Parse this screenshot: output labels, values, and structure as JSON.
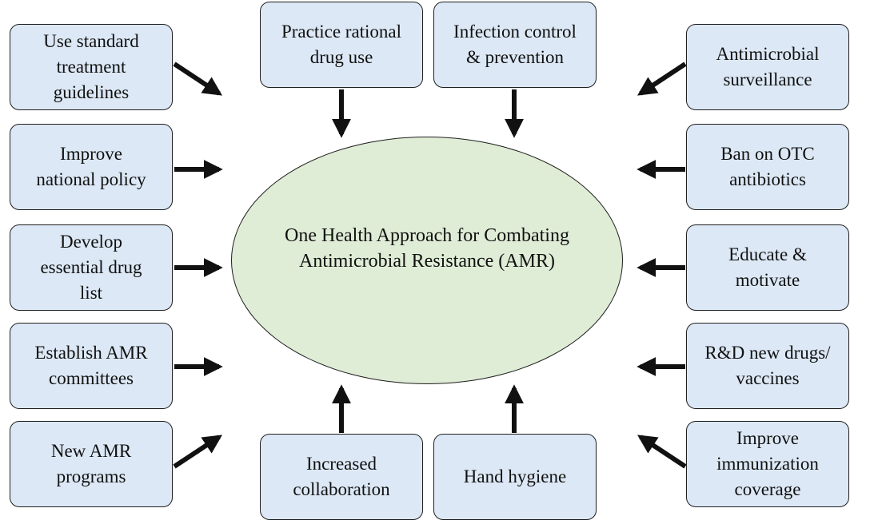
{
  "center": {
    "text": "One Health Approach for Combating\nAntimicrobial Resistance (AMR)"
  },
  "boxes": {
    "standard_guidelines": "Use standard\ntreatment\nguidelines",
    "national_policy": "Improve\nnational policy",
    "essential_drug_list": "Develop\nessential drug\nlist",
    "amr_committees": "Establish AMR\ncommittees",
    "new_amr_programs": "New AMR\nprograms",
    "rational_drug_use": "Practice rational\ndrug use",
    "infection_control": "Infection control\n& prevention",
    "increased_collaboration": "Increased\ncollaboration",
    "hand_hygiene": "Hand hygiene",
    "antimicrobial_surveillance": "Antimicrobial\nsurveillance",
    "ban_otc": "Ban on OTC\nantibiotics",
    "educate_motivate": "Educate &\nmotivate",
    "rnd_new_drugs": "R&D new drugs/\nvaccines",
    "immunization_coverage": "Improve\nimmunization\ncoverage"
  },
  "colors": {
    "box_fill": "#dce8f5",
    "center_fill": "#dfecd6",
    "stroke": "#1f1f1f",
    "arrow": "#111111"
  }
}
